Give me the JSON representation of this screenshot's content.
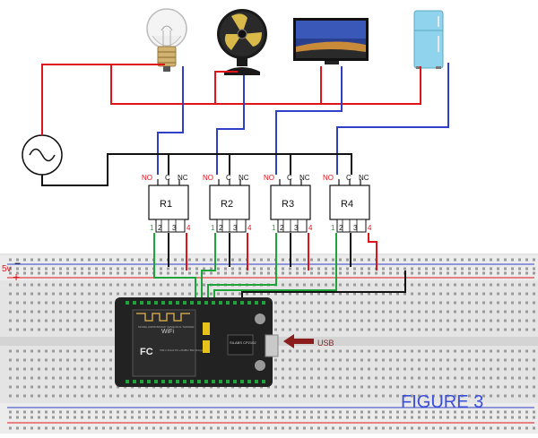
{
  "figure_label": "FIGURE 3",
  "supply_label": "5v",
  "supply_minus": "−",
  "supply_plus": "+",
  "usb_label": "USB",
  "appliances": [
    "light-bulb",
    "fan",
    "television",
    "refrigerator"
  ],
  "relays": [
    {
      "label": "R1",
      "no": "NO",
      "c": "C",
      "nc": "NC",
      "p1": "1",
      "p2": "2",
      "p3": "3",
      "p4": "4"
    },
    {
      "label": "R2",
      "no": "NO",
      "c": "C",
      "nc": "NC",
      "p1": "1",
      "p2": "2",
      "p3": "3",
      "p4": "4"
    },
    {
      "label": "R3",
      "no": "NO",
      "c": "C",
      "nc": "NC",
      "p1": "1",
      "p2": "2",
      "p3": "3",
      "p4": "4"
    },
    {
      "label": "R4",
      "no": "NO",
      "c": "C",
      "nc": "NC",
      "p1": "1",
      "p2": "2",
      "p3": "3",
      "p4": "4"
    }
  ],
  "board": {
    "wifi": "WiFi",
    "fc": "FC",
    "chip": "SILABS CP2102",
    "model": "MODEL ESP8266MOD VENDOR AI-THINKER",
    "freq": "ISM 2.4GHz PA +25dBm 802.11b/g/n"
  },
  "colors": {
    "wire_red": "#e0131a",
    "wire_blue": "#2f3fc8",
    "wire_black": "#111111",
    "wire_green": "#1ea43a",
    "label_red": "#e0131a",
    "label_green": "#1ea43a",
    "figure_blue": "#3b4fd8",
    "usb_arrow": "#8b1d1d"
  }
}
